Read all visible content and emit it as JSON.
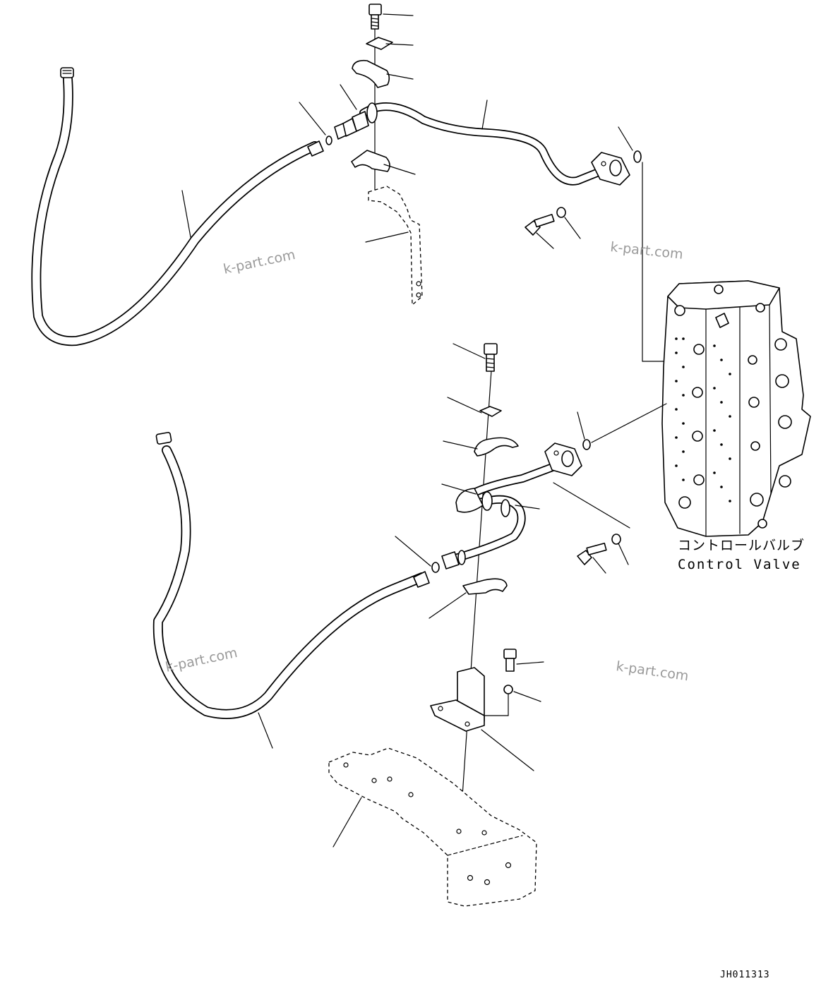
{
  "diagram": {
    "labels": {
      "control_valve_jp": "コントロールバルブ",
      "control_valve_en": "Control Valve"
    },
    "drawing_code": "JH011313",
    "watermarks": [
      "k-part.com",
      "k-part.com",
      "k-part.com",
      "k-part.com"
    ]
  }
}
